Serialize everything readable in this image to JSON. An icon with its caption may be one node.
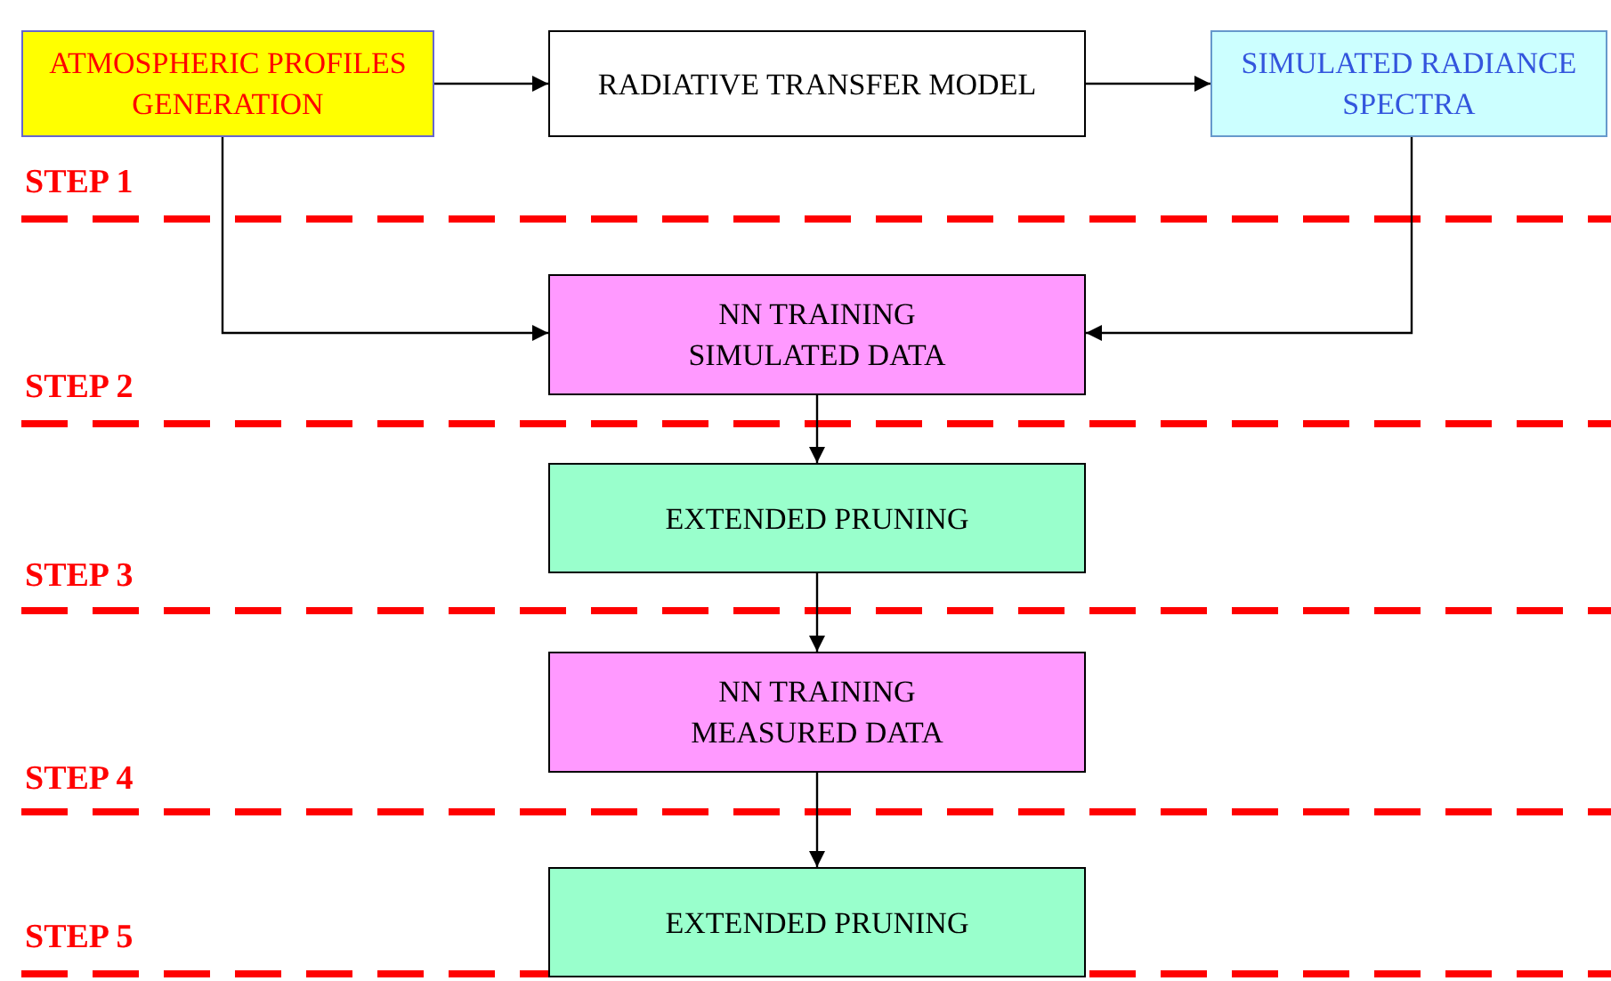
{
  "diagram": {
    "nodes": [
      {
        "text": [
          "ATMOSPHERIC PROFILES GENERATION"
        ]
      },
      {
        "text": [
          "RADIATIVE TRANSFER MODEL"
        ]
      },
      {
        "text": [
          "SIMULATED RADIANCE SPECTRA"
        ]
      },
      {
        "text": [
          "NN TRAINING SIMULATED DATA"
        ]
      },
      {
        "text": [
          "EXTENDED PRUNING"
        ]
      },
      {
        "text": [
          "NN TRAINING MEASURED DATA"
        ]
      },
      {
        "text": [
          "EXTENDED PRUNING"
        ]
      }
    ],
    "edges": [
      {
        "from": 0,
        "to": 1,
        "arrow": "to"
      },
      {
        "from": 1,
        "to": 2,
        "arrow": "to"
      },
      {
        "from": 0,
        "to": 3,
        "arrow": "to"
      },
      {
        "from": 2,
        "to": 3,
        "arrow": "to"
      },
      {
        "from": 3,
        "to": 4,
        "arrow": "to"
      },
      {
        "from": 4,
        "to": 5,
        "arrow": "to"
      },
      {
        "from": 5,
        "to": 6,
        "arrow": "to"
      }
    ],
    "labels": [
      "STEP 1",
      "STEP 2",
      "STEP 3",
      "STEP 4",
      "STEP 5"
    ]
  }
}
